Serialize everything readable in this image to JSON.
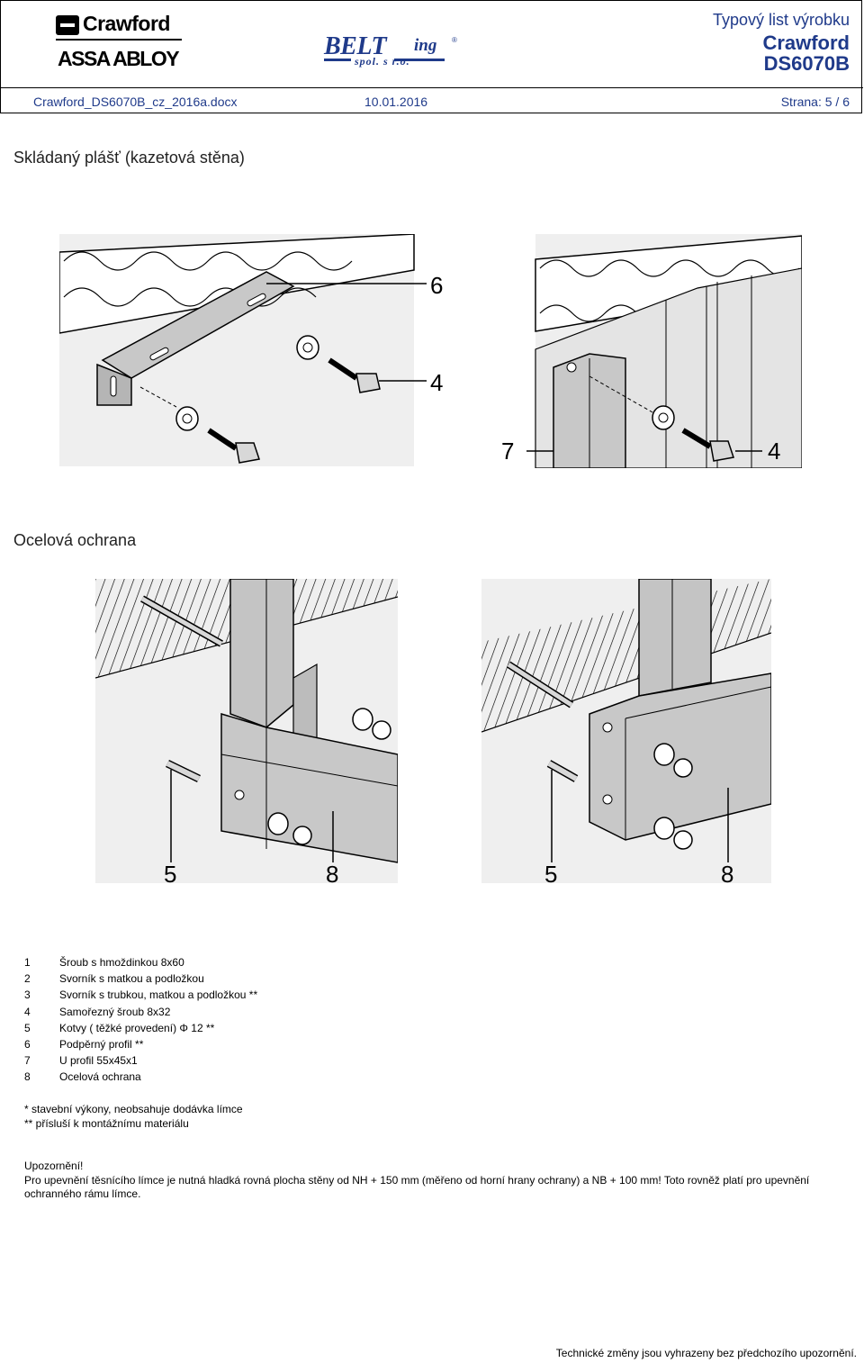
{
  "header": {
    "logo_crawford": "Crawford",
    "logo_assa_abloy": "ASSA ABLOY",
    "logo_belting": "BELT",
    "logo_belting_suffix": "ing",
    "logo_belting_sub": "spol. s r.o.",
    "logo_belting_reg": "®",
    "doc_type": "Typový list výrobku",
    "brand": "Crawford",
    "model": "DS6070B",
    "filename": "Crawford_DS6070B_cz_2016a.docx",
    "date": "10.01.2016",
    "page": "Strana: 5 / 6",
    "colors": {
      "belting_blue": "#1f3a8a",
      "border": "#000000"
    }
  },
  "section1": {
    "title": "Skládaný plášť (kazetová stěna)",
    "figure_left_labels": [
      "6",
      "4"
    ],
    "figure_right_labels": [
      "7",
      "4"
    ]
  },
  "section2": {
    "title": "Ocelová ochrana",
    "figure_left_labels": [
      "5",
      "8"
    ],
    "figure_right_labels": [
      "5",
      "8"
    ]
  },
  "legend": [
    {
      "num": "1",
      "text": "Šroub s hmoždinkou 8x60"
    },
    {
      "num": "2",
      "text": "Svorník s matkou a podložkou"
    },
    {
      "num": "3",
      "text": "Svorník s trubkou, matkou a podložkou **"
    },
    {
      "num": "4",
      "text": "Samořezný šroub 8x32"
    },
    {
      "num": "5",
      "text": "Kotvy ( těžké provedení) Φ 12 **"
    },
    {
      "num": "6",
      "text": "Podpěrný profil **"
    },
    {
      "num": "7",
      "text": "U profil 55x45x1"
    },
    {
      "num": "8",
      "text": "Ocelová ochrana"
    }
  ],
  "notes": [
    "*  stavební výkony, neobsahuje dodávka límce",
    "** přísluší k montážnímu materiálu"
  ],
  "warning": {
    "title": "Upozornění!",
    "text": "Pro upevnění těsnícího límce je nutná hladká rovná plocha stěny od NH + 150 mm (měřeno od horní hrany ochrany) a NB + 100 mm! Toto rovněž platí pro upevnění ochranného rámu límce."
  },
  "footer": {
    "note": "Technické změny jsou vyhrazeny bez předchozího upozornění."
  }
}
